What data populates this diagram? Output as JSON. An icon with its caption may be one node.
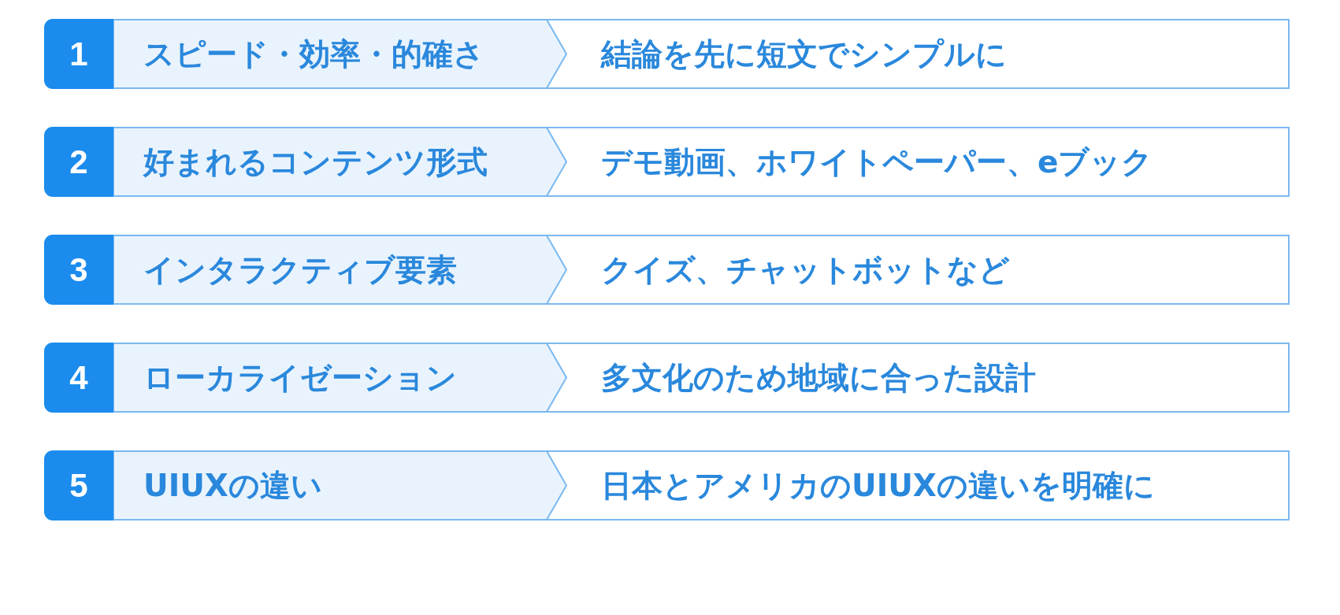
{
  "diagram": {
    "nodes": [
      {
        "text": [
          "1"
        ]
      },
      {
        "text": [
          "スピード・効率・的確さ"
        ]
      },
      {
        "text": [
          "結論を先に短文でシンプルに"
        ]
      },
      {
        "text": [
          "2"
        ]
      },
      {
        "text": [
          "好まれるコンテンツ形式"
        ]
      },
      {
        "text": [
          "デモ動画、ホワイトペーパー、eブック"
        ]
      },
      {
        "text": [
          "3"
        ]
      },
      {
        "text": [
          "インタラクティブ要素"
        ]
      },
      {
        "text": [
          "クイズ、チャットボットなど"
        ]
      },
      {
        "text": [
          "4"
        ]
      },
      {
        "text": [
          "ローカライゼーション"
        ]
      },
      {
        "text": [
          "多文化のため地域に合った設計"
        ]
      },
      {
        "text": [
          "5"
        ]
      },
      {
        "text": [
          "UIUXの違い"
        ]
      },
      {
        "text": [
          "日本とアメリカのUIUXの違いを明確に"
        ]
      }
    ]
  }
}
